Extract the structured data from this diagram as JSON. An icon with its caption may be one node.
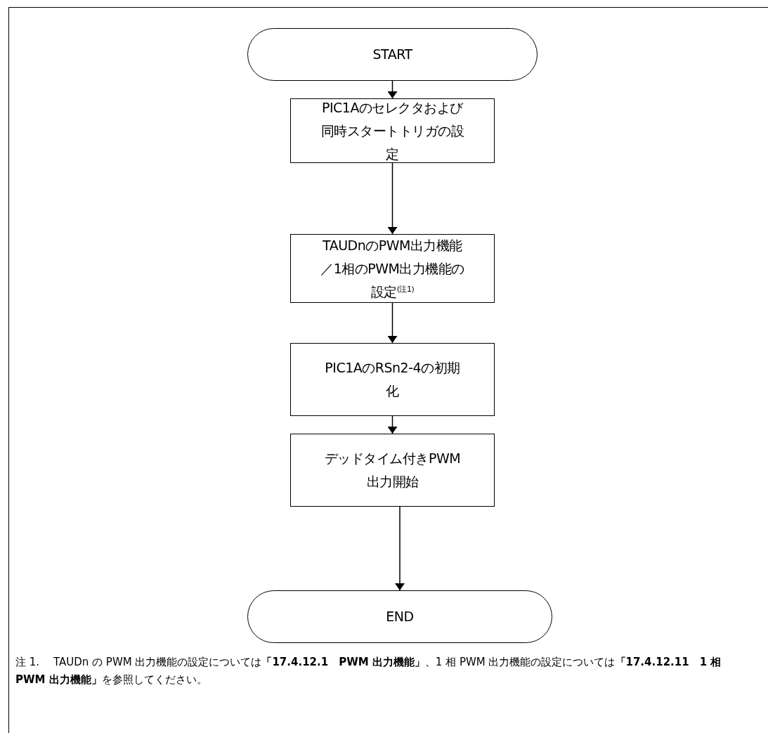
{
  "diagram": {
    "nodes": [
      {
        "text": [
          "START"
        ]
      },
      {
        "text": [
          "PIC1Aのセレクタおよび同時スタートトリガの設定"
        ]
      },
      {
        "text": [
          "TAUDnのPWM出力機能／1相のPWM出力機能の設定$^{(注1)}$"
        ]
      },
      {
        "text": [
          "PIC1AのRSn2-4の初期化"
        ]
      },
      {
        "text": [
          "デッドタイム付きPWM出力開始"
        ]
      },
      {
        "text": [
          "END"
        ]
      }
    ],
    "edges": [
      {
        "from": 0,
        "to": 1,
        "arrow": "to"
      },
      {
        "from": 1,
        "to": 2,
        "arrow": "to"
      },
      {
        "from": 2,
        "to": 3,
        "arrow": "to"
      },
      {
        "from": 3,
        "to": 4,
        "arrow": "to"
      },
      {
        "from": 4,
        "to": 5,
        "arrow": "to"
      }
    ],
    "labels": [
      "注 1.",
      "TAUDn の PWM 出力機能の設定については**「17.4.12.1　PWM 出力機能」**、1 相 PWM 出力機能の設定については**「17.4.12.11　1 相 PWM 出力機能」**を参照してください。"
    ]
  }
}
